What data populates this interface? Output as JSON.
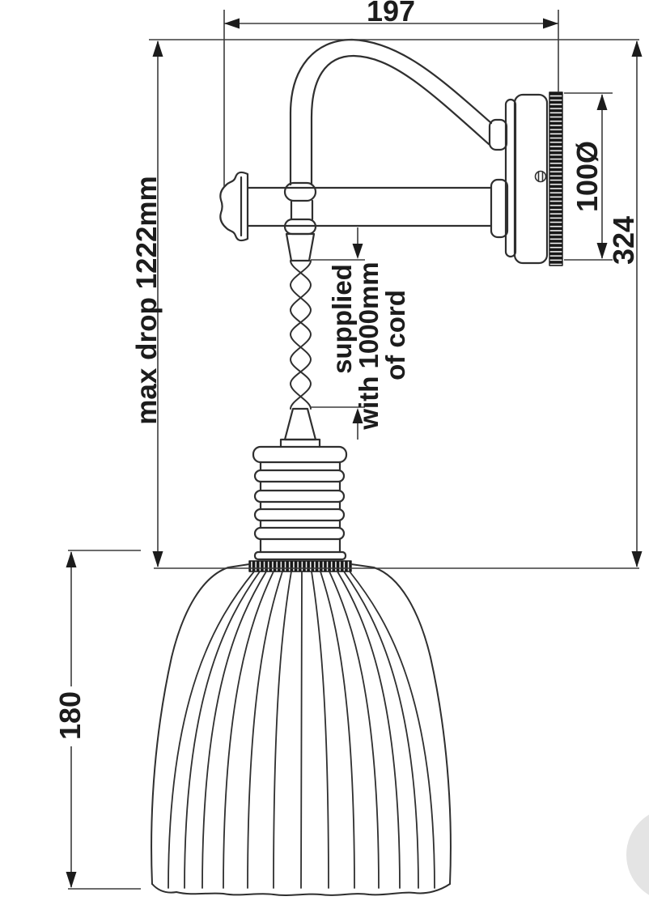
{
  "drawing": {
    "subject": "wall-light-technical-drawing",
    "background_color": "#ffffff",
    "line_color": "#2f2f2f",
    "dimension_line_color": "#3c3c3c",
    "watermark_color": "#e4e4e4"
  },
  "labels": {
    "width_top": "197",
    "max_drop": "max drop 1222mm",
    "cord_note_line1": "supplied",
    "cord_note_line2": "with 1000mm",
    "cord_note_line3": "of cord",
    "backplate_diameter": "100Ø",
    "height_right": "324",
    "shade_height": "180"
  }
}
